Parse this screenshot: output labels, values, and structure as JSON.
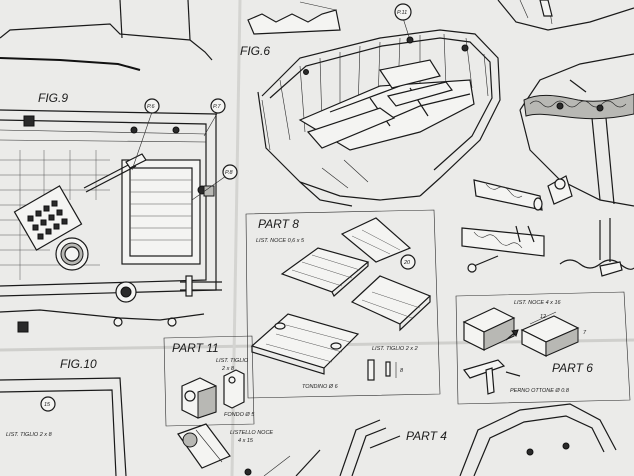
{
  "labels": {
    "fig6": "FIG.6",
    "fig9": "FIG.9",
    "fig10": "FIG.10",
    "part8": "PART 8",
    "part6": "PART 6",
    "part11": "PART 11",
    "part4": "PART 4",
    "p11": "P.11",
    "p6": "P.6",
    "p7": "P.7",
    "p8": "P.8",
    "num20": "20",
    "num15": "15",
    "num8": "8",
    "dim12": "12",
    "dim7": "7",
    "list_noce_08x5": "LIST. NOCE 0,6 x 5",
    "list_tiglio_2x2": "LIST. TIGLIO   2 x 2",
    "tondino_6": "TONDINO Ø 6",
    "list_noce_4x16": "LIST. NOCE 4 x 16",
    "perno_ottone": "PERNO OTTONE Ø 0.8",
    "list_tiglio_2x8_a": "LIST. TIGLIO",
    "list_tiglio_2x8_b": "2 x 8",
    "tondo_5": "FONDO Ø 5",
    "listello_noce": "LISTELLO NOCE",
    "listello_noce_dim": "4 x 15",
    "list_tiglio_2x8_bottom": "LIST. TIGLIO  2 x 8"
  }
}
